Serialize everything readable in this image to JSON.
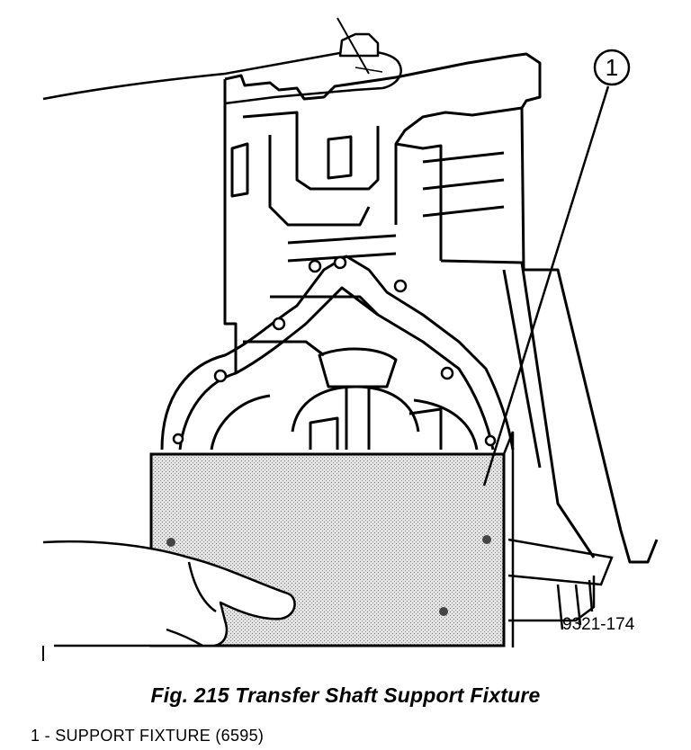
{
  "figure": {
    "callout_number": "1",
    "drawing_id": "9321-174",
    "caption": "Fig. 215 Transfer Shaft Support Fixture",
    "legend": [
      "1 - SUPPORT FIXTURE (6595)"
    ]
  },
  "colors": {
    "line": "#000000",
    "fixture_fill": "#d6d6d6",
    "background": "#ffffff"
  }
}
